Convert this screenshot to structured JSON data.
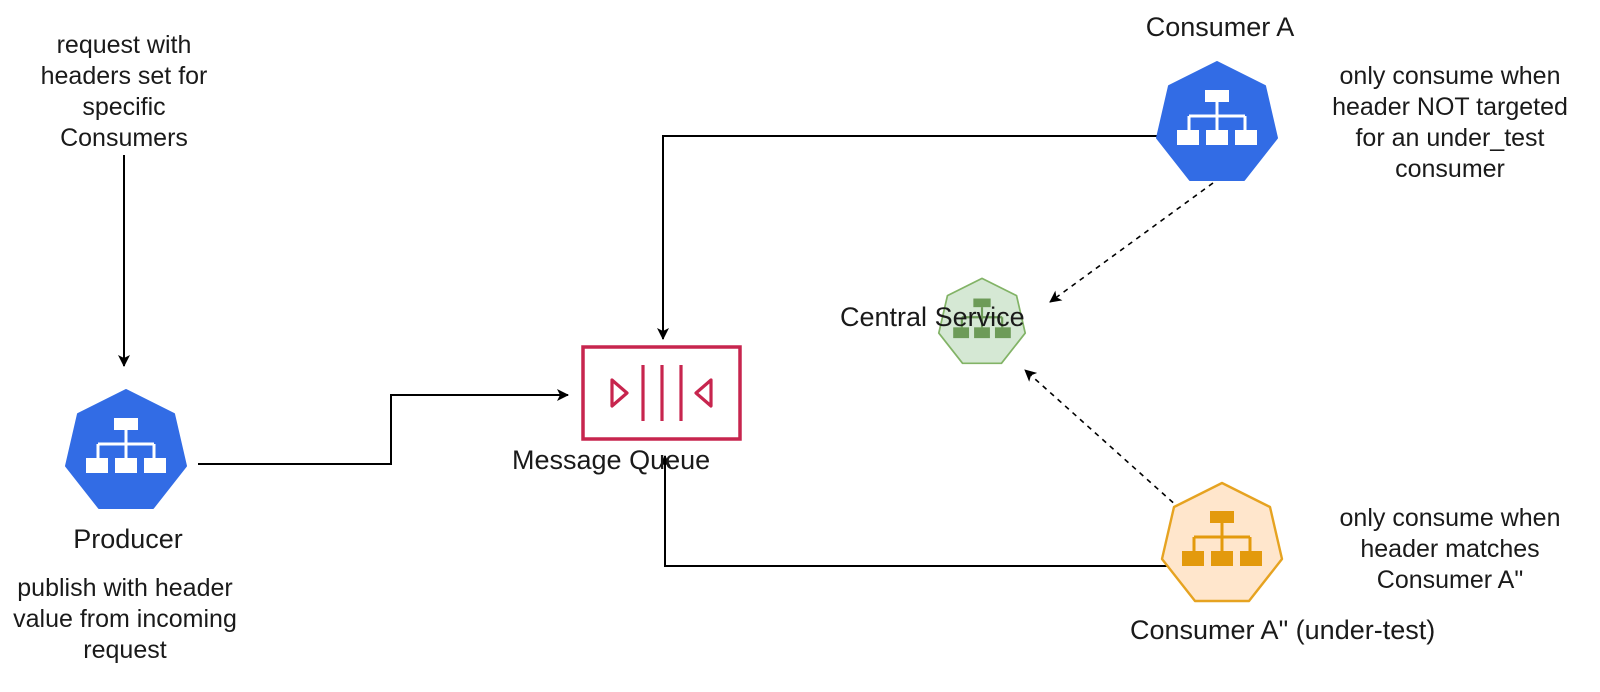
{
  "request_note": [
    "request with",
    "headers set for",
    "specific",
    "Consumers"
  ],
  "producer": {
    "name": "Producer",
    "note": [
      "publish with header",
      "value from incoming",
      "request"
    ]
  },
  "message_queue": {
    "name": [
      "Message",
      "Queue"
    ]
  },
  "central_service": {
    "name": [
      "Central",
      "Service"
    ]
  },
  "consumer_a": {
    "name": "Consumer A",
    "note": [
      "only consume when",
      "header NOT targeted",
      "for an under_test",
      "consumer"
    ]
  },
  "consumer_a_test": {
    "name": [
      "Consumer A\"",
      "(under-test)"
    ],
    "note": [
      "only consume when",
      "header matches",
      "Consumer A\""
    ]
  },
  "colors": {
    "blue_node": "#326ce5",
    "green_node": "#d5e8d4",
    "green_stroke": "#82b366",
    "orange_node": "#ffe6cc",
    "orange_stroke": "#d79b00",
    "queue": "#c7254e"
  },
  "icons": {
    "producer": "org-chart-icon",
    "consumer_a": "org-chart-icon",
    "central_service": "org-chart-icon",
    "consumer_a_test": "org-chart-icon",
    "message_queue": "queue-icon"
  }
}
